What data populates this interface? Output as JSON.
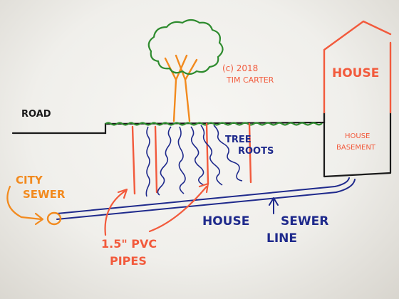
{
  "labels": {
    "road": "ROAD",
    "house": "HOUSE",
    "copyright": "(c) 2018",
    "author": "TIM CARTER",
    "tree_roots_1": "TREE",
    "tree_roots_2": "ROOTS",
    "house_basement_1": "HOUSE",
    "house_basement_2": "BASEMENT",
    "city_sewer_1": "CITY",
    "city_sewer_2": "SEWER",
    "house_sewer_1": "HOUSE",
    "house_sewer_2": "SEWER",
    "house_sewer_3": "LINE",
    "pvc_1": "1.5\" PVC",
    "pvc_2": "PIPES"
  },
  "colors": {
    "black": "#1a1a1a",
    "green": "#2e8b2e",
    "orange": "#f28a1e",
    "red": "#f25a3c",
    "blue": "#1f2a8c"
  }
}
